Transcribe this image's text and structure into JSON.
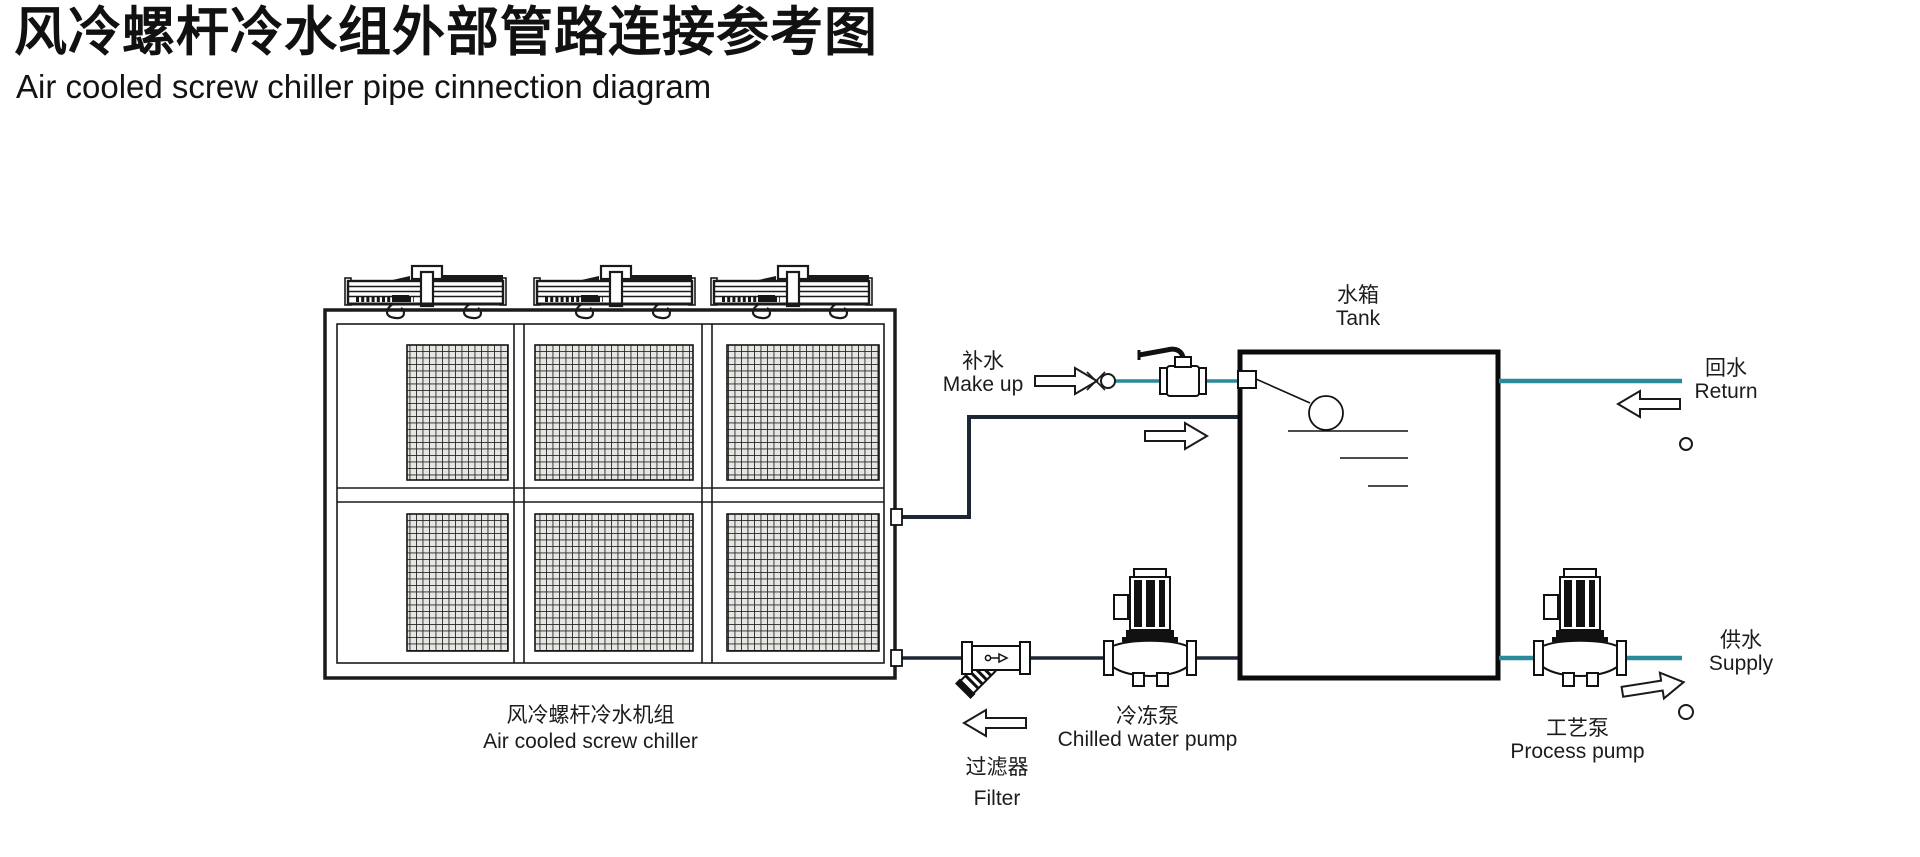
{
  "header": {
    "title_zh": "风冷螺杆冷水组外部管路连接参考图",
    "title_en": "Air cooled screw chiller pipe cinnection diagram"
  },
  "equipment": {
    "chiller": {
      "zh": "风冷螺杆冷水机组",
      "en": "Air cooled screw chiller"
    },
    "tank": {
      "zh": "水箱",
      "en": "Tank"
    },
    "chilled_water_pump": {
      "zh": "冷冻泵",
      "en": "Chilled water pump"
    },
    "process_pump": {
      "zh": "工艺泵",
      "en": "Process pump"
    },
    "filter": {
      "zh": "过滤器",
      "en": "Filter"
    }
  },
  "flows": {
    "make_up": {
      "zh": "补水",
      "en": "Make up"
    },
    "return": {
      "zh": "回水",
      "en": "Return"
    },
    "supply": {
      "zh": "供水",
      "en": "Supply"
    }
  },
  "colors": {
    "chilled_pipe": "#1d2633",
    "water_pipe": "#2b8a99",
    "line": "#1a1a1a"
  }
}
